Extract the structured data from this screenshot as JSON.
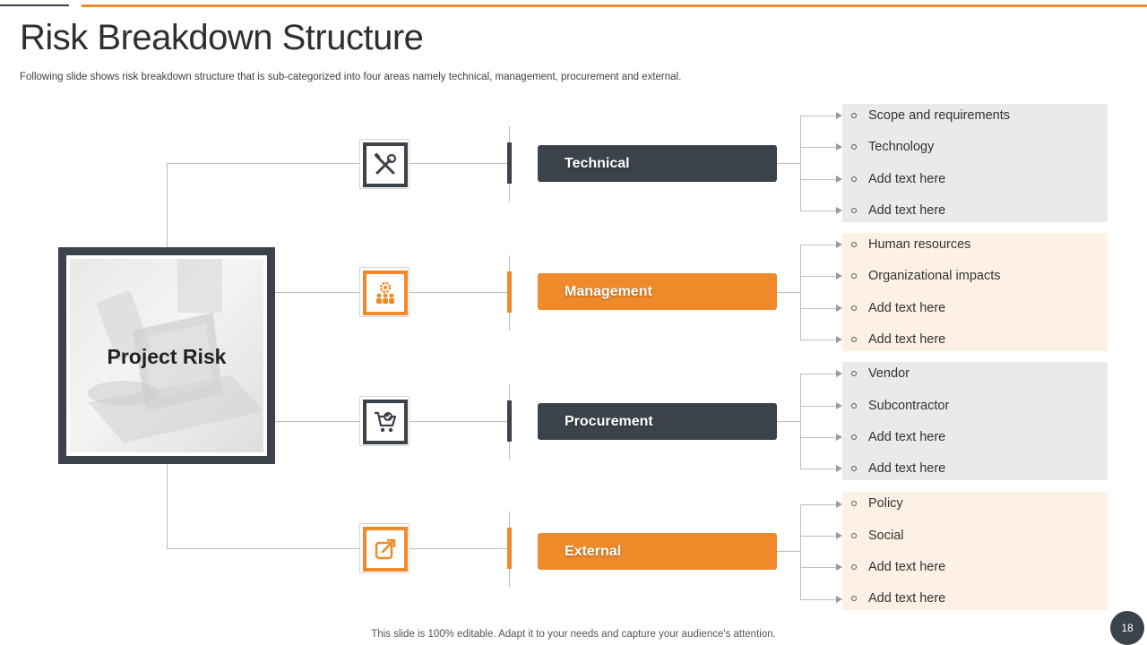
{
  "slide": {
    "title": "Risk Breakdown Structure",
    "subtitle": "Following slide shows risk breakdown structure that is sub-categorized into four areas namely technical, management, procurement and external.",
    "center_label": "Project Risk",
    "footer": "This slide is 100% editable. Adapt it to your needs and capture your audience's attention.",
    "page_number": "18"
  },
  "colors": {
    "dark": "#3c424a",
    "orange": "#ee8a2a",
    "panel_gray": "#e9eaeb",
    "panel_peach": "#fdf1e6"
  },
  "categories": [
    {
      "label": "Technical",
      "icon": "tools-icon",
      "items": [
        "Scope and requirements",
        "Technology",
        "Add text here",
        "Add text here"
      ]
    },
    {
      "label": "Management",
      "icon": "team-gear-icon",
      "items": [
        "Human resources",
        "Organizational impacts",
        "Add text here",
        "Add text here"
      ]
    },
    {
      "label": "Procurement",
      "icon": "cart-check-icon",
      "items": [
        "Vendor",
        "Subcontractor",
        "Add text here",
        "Add text here"
      ]
    },
    {
      "label": "External",
      "icon": "external-link-icon",
      "items": [
        "Policy",
        "Social",
        "Add text here",
        "Add text here"
      ]
    }
  ]
}
